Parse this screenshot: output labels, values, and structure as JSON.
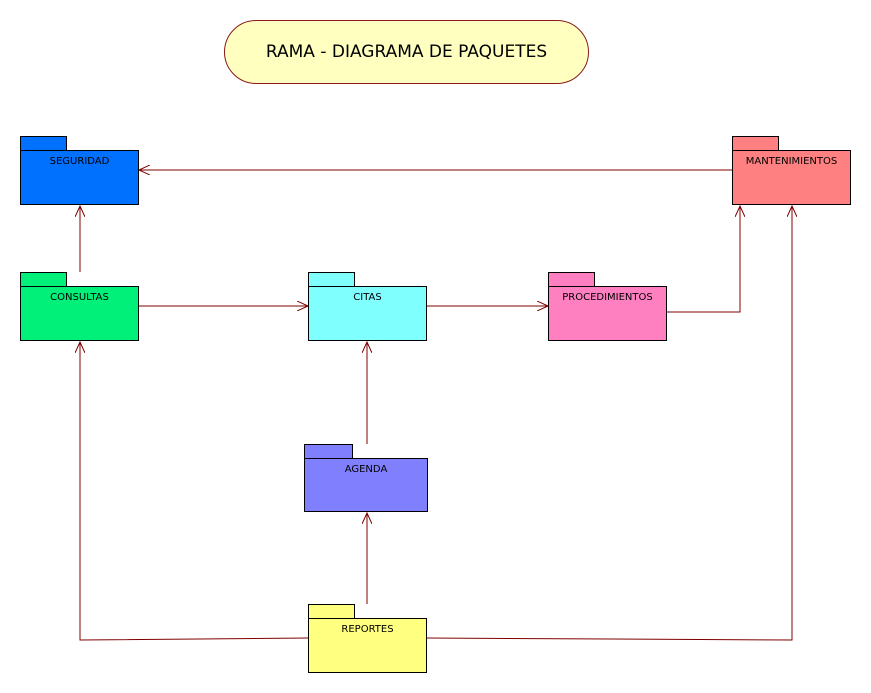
{
  "title": "RAMA - DIAGRAMA DE PAQUETES",
  "packages": {
    "seguridad": {
      "label": "SEGURIDAD",
      "color": "#0070ff"
    },
    "mantenimientos": {
      "label": "MANTENIMIENTOS",
      "color": "#ff8080"
    },
    "consultas": {
      "label": "CONSULTAS",
      "color": "#00f07a"
    },
    "citas": {
      "label": "CITAS",
      "color": "#80ffff"
    },
    "procedimientos": {
      "label": "PROCEDIMIENTOS",
      "color": "#ff80c0"
    },
    "agenda": {
      "label": "AGENDA",
      "color": "#8080ff"
    },
    "reportes": {
      "label": "REPORTES",
      "color": "#ffff80"
    }
  },
  "dependencies": [
    {
      "from": "MANTENIMIENTOS",
      "to": "SEGURIDAD"
    },
    {
      "from": "CONSULTAS",
      "to": "SEGURIDAD"
    },
    {
      "from": "CONSULTAS",
      "to": "CITAS"
    },
    {
      "from": "CITAS",
      "to": "PROCEDIMIENTOS"
    },
    {
      "from": "PROCEDIMIENTOS",
      "to": "MANTENIMIENTOS"
    },
    {
      "from": "AGENDA",
      "to": "CITAS"
    },
    {
      "from": "REPORTES",
      "to": "AGENDA"
    },
    {
      "from": "REPORTES",
      "to": "CONSULTAS"
    },
    {
      "from": "REPORTES",
      "to": "MANTENIMIENTOS"
    }
  ],
  "colors": {
    "connector": "#800000",
    "title_fill": "#ffffc0"
  }
}
